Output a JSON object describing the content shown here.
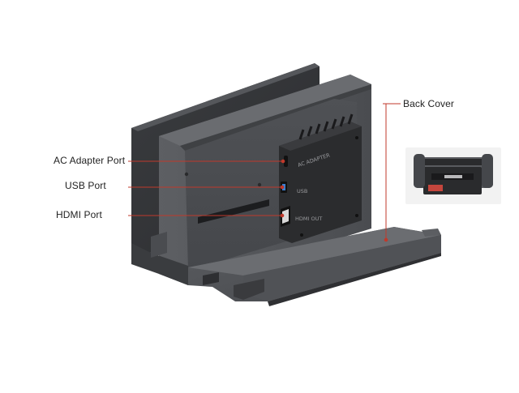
{
  "callouts": {
    "ac_adapter_port": "AC Adapter Port",
    "usb_port": "USB Port",
    "hdmi_port": "HDMI Port",
    "back_cover": "Back Cover"
  },
  "port_panel": {
    "ac_adapter_label": "AC ADAPTER",
    "usb_label": "USB",
    "hdmi_label": "HDMI OUT"
  },
  "colors": {
    "callout_line": "#c0392b",
    "dock_body": "#4a4c4f",
    "dock_face": "#55575a",
    "port_module": "#2b2c2e",
    "background": "#ffffff"
  },
  "icons": [
    "dock-icon",
    "switch-dock-thumbnail"
  ]
}
